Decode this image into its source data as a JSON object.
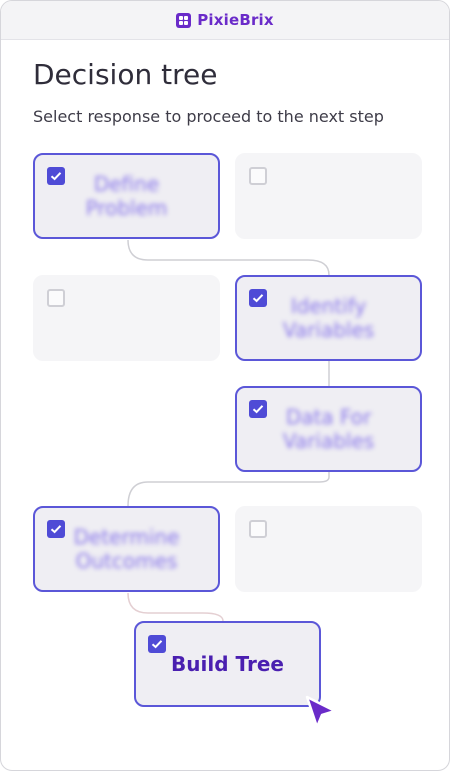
{
  "app": {
    "brand": "PixieBrix",
    "brand_color": "#6a2bc9"
  },
  "page": {
    "title": "Decision tree",
    "subtitle": "Select response to proceed to the next step"
  },
  "cards": [
    {
      "label": "Define Problem",
      "checked": true
    },
    {
      "label": "",
      "checked": false
    },
    {
      "label": "",
      "checked": false
    },
    {
      "label": "Identify Variables",
      "checked": true
    },
    {
      "label": "Data For Variables",
      "checked": true
    },
    {
      "label": "Determine Outcomes",
      "checked": true
    },
    {
      "label": "",
      "checked": false
    },
    {
      "label": "Build Tree",
      "checked": true
    }
  ],
  "colors": {
    "accent": "#5b57d8",
    "checkbox": "#4f4bd6",
    "cursor": "#6a2bc9"
  },
  "icons": {
    "cursor": "pointer-cursor-icon",
    "check": "checkmark-icon"
  }
}
